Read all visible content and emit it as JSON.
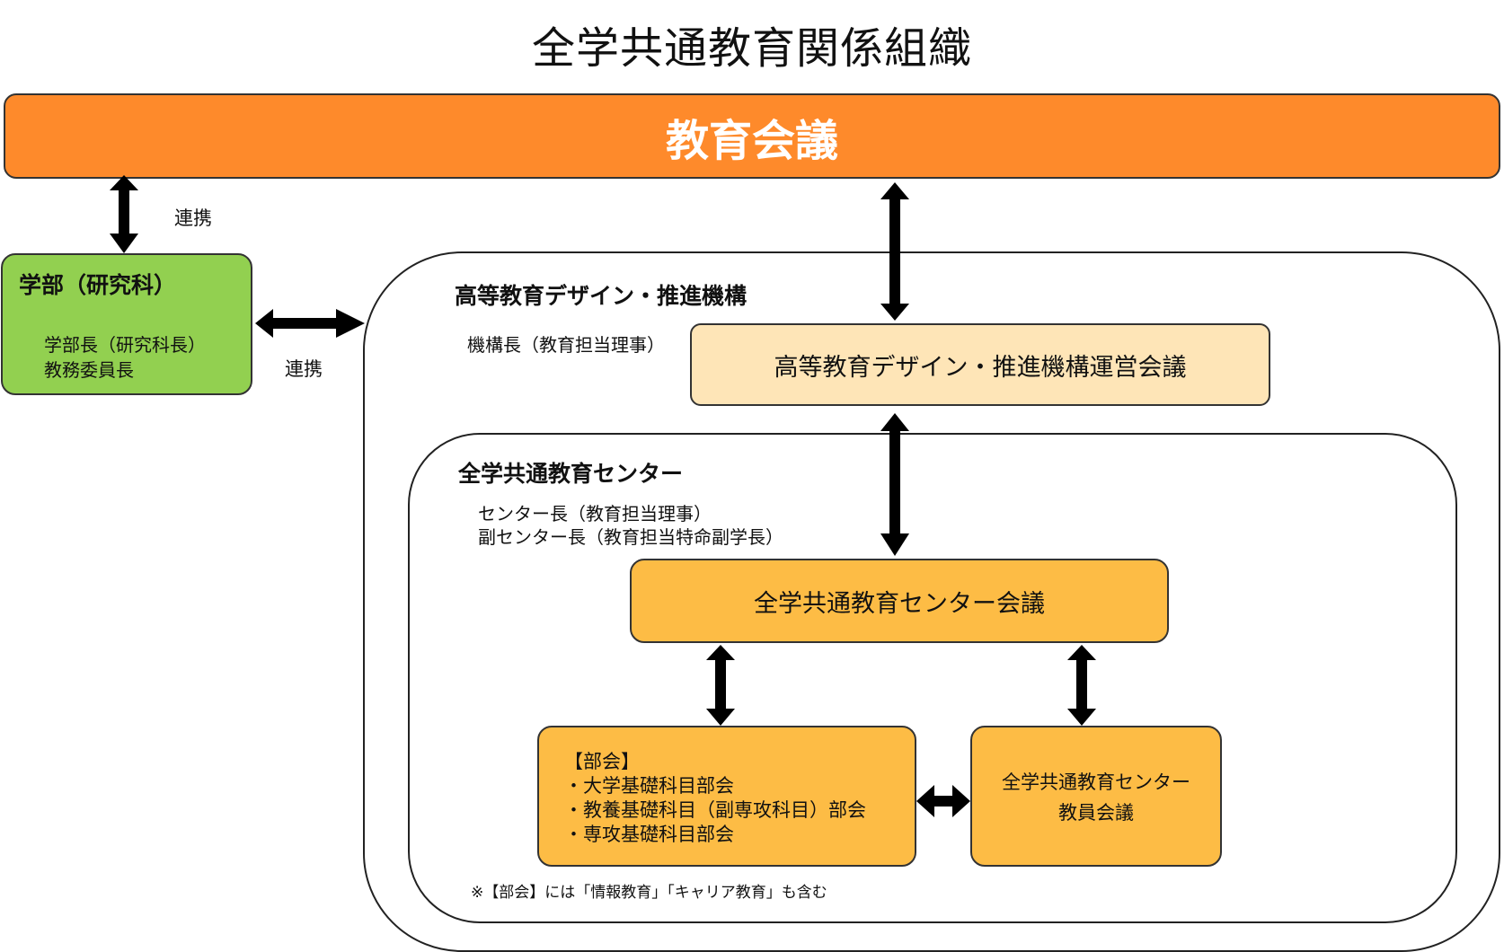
{
  "title": "全学共通教育関係組織",
  "education_council": "教育会議",
  "liaison_label_top": "連携",
  "liaison_label_mid": "連携",
  "faculty": {
    "title": "学部（研究科）",
    "lines": [
      "学部長（研究科長）",
      "教務委員長"
    ]
  },
  "organization": {
    "title": "高等教育デザイン・推進機構",
    "head": "機構長（教育担当理事）",
    "council": "高等教育デザイン・推進機構運営会議"
  },
  "center": {
    "title": "全学共通教育センター",
    "heads": [
      "センター長（教育担当理事）",
      "副センター長（教育担当特命副学長）"
    ],
    "council": "全学共通教育センター会議",
    "subcommittee": {
      "header": "【部会】",
      "items": [
        "・大学基礎科目部会",
        "・教養基礎科目（副専攻科目）部会",
        "・専攻基礎科目部会"
      ]
    },
    "faculty_council_lines": [
      "全学共通教育センター",
      "教員会議"
    ],
    "note": "※【部会】には「情報教育」「キャリア教育」も含む"
  },
  "colors": {
    "education_council": "#fe8a2b",
    "faculty": "#92d050",
    "organization_council": "#fee5b7",
    "center_boxes": "#fdbc45"
  }
}
